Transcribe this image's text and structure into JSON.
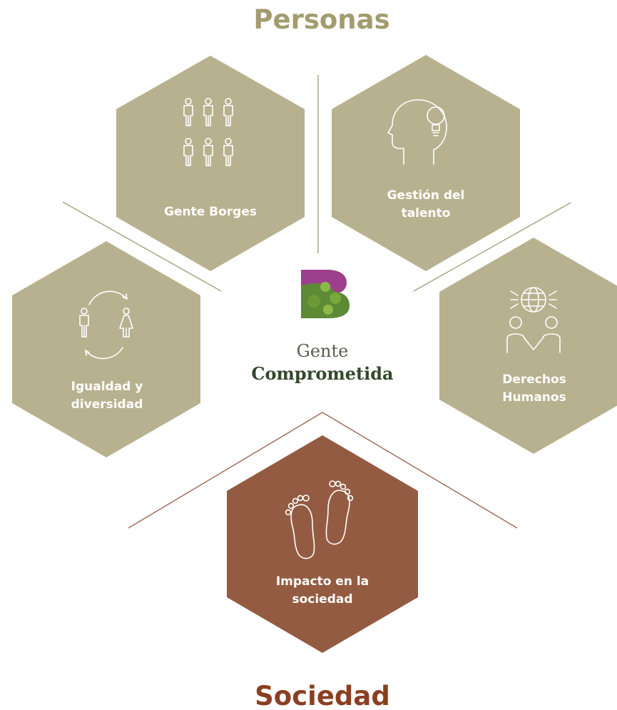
{
  "headings": {
    "top": "Personas",
    "bottom": "Sociedad"
  },
  "center": {
    "line1": "Gente",
    "line2": "Comprometida",
    "logo_letter": "B"
  },
  "hexagons": {
    "gente_borges": {
      "line1": "Gente Borges",
      "icon": "people-group-icon"
    },
    "gestion_talento": {
      "line1": "Gestión del",
      "line2": "talento",
      "icon": "head-lightbulb-icon"
    },
    "igualdad": {
      "line1": "Igualdad y",
      "line2": "diversidad",
      "icon": "man-woman-cycle-icon"
    },
    "derechos": {
      "line1": "Derechos",
      "line2": "Humanos",
      "icon": "globe-people-icon"
    },
    "impacto": {
      "line1": "Impacto en la",
      "line2": "sociedad",
      "icon": "footprints-icon"
    }
  },
  "colors": {
    "hex_personas": "#b8b18f",
    "hex_sociedad": "#935c42",
    "heading_personas": "#a29c6e",
    "heading_sociedad": "#8a3f22",
    "divider_personas": "#a7a17e",
    "divider_sociedad": "#9a6a55",
    "center_bold": "#34472a"
  }
}
